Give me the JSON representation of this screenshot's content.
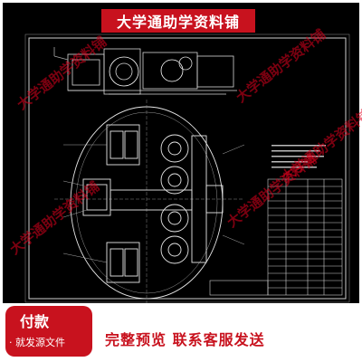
{
  "banner": {
    "title": "大学通助学资料铺"
  },
  "watermark": {
    "text": "大学通助学资料铺"
  },
  "payment": {
    "title": "付款",
    "subtitle": "· 就发源文件"
  },
  "tagline": "完整预览  联系客服发送",
  "colors": {
    "brand_red": "#c8121e",
    "cad_background": "#000000",
    "cad_lines": "#ffffff"
  }
}
